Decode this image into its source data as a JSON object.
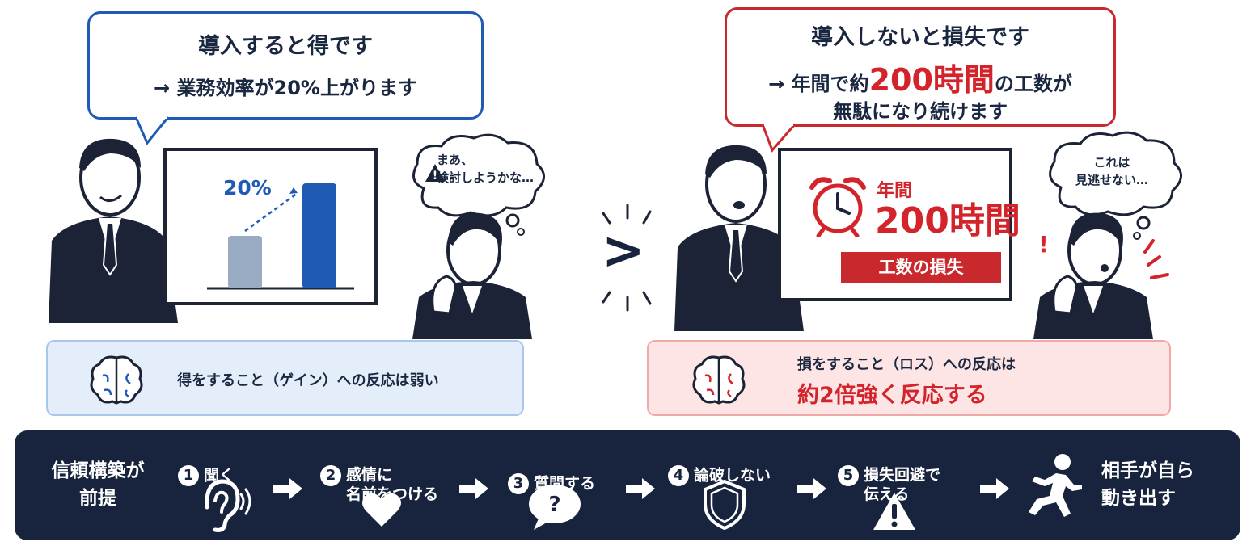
{
  "left_bubble": {
    "title": "導入すると得です",
    "sub": "→ 業務効率が20%上がります"
  },
  "right_bubble": {
    "title": "導入しないと損失です",
    "sub_pre": "→ 年間で約",
    "sub_highlight": "200時間",
    "sub_post": "の工数が",
    "sub_line3": "無駄になり続けます"
  },
  "left_chart": {
    "label": "20%",
    "values": [
      1,
      2
    ],
    "bar_colors": [
      "#9aabc4",
      "#1f5bb5"
    ]
  },
  "left_thought": "まあ、\n検討しようかな…",
  "right_screen": {
    "line1": "年間",
    "line2": "200時間",
    "badge": "工数の損失"
  },
  "right_thought": "これは\n見逃せない…",
  "comparison_symbol": ">",
  "left_panel": {
    "text": "得をすること（ゲイン）への反応は弱い"
  },
  "right_panel": {
    "text1": "損をすること（ロス）への反応は",
    "text2": "約2倍強く反応する"
  },
  "bottom": {
    "premise": "信頼構築が\n前提",
    "steps": [
      {
        "num": "1",
        "label": "聞く"
      },
      {
        "num": "2",
        "label": "感情に\n名前をつける"
      },
      {
        "num": "3",
        "label": "質問する"
      },
      {
        "num": "4",
        "label": "論破しない"
      },
      {
        "num": "5",
        "label": "損失回避で\n伝える"
      }
    ],
    "result": "相手が自ら\n動き出す"
  },
  "colors": {
    "blue": "#1f5bb5",
    "red": "#c9282d",
    "navy": "#18243d",
    "suit": "#1c2336"
  }
}
